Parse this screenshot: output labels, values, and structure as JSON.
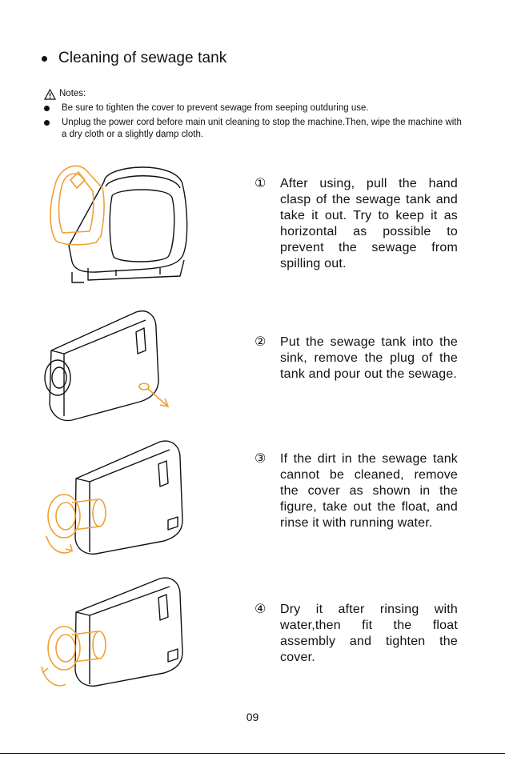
{
  "heading": "Cleaning of sewage tank",
  "notes": {
    "label": "Notes:",
    "items": [
      "Be sure to tighten the cover to prevent sewage from seeping outduring use.",
      "Unplug the power cord before main unit cleaning to stop the machine.Then, wipe the machine with a dry cloth or a slightly damp cloth."
    ]
  },
  "steps": [
    {
      "num": "①",
      "text": "After using, pull the hand clasp of the sewage tank and take it out. Try to keep it as horizontal as possible to prevent the sewage from spilling out."
    },
    {
      "num": "②",
      "text": "Put the sewage tank into the sink, remove the plug of the tank and pour out the sewage."
    },
    {
      "num": "③",
      "text": "If the dirt in the sewage tank cannot be cleaned, remove the cover as shown in the figure, take out the float, and rinse it with running water."
    },
    {
      "num": "④",
      "text": "Dry it after rinsing with water,then fit the float assembly and tighten the cover."
    }
  ],
  "colors": {
    "accent": "#f0a030",
    "ink": "#111111"
  },
  "page_number": "09"
}
